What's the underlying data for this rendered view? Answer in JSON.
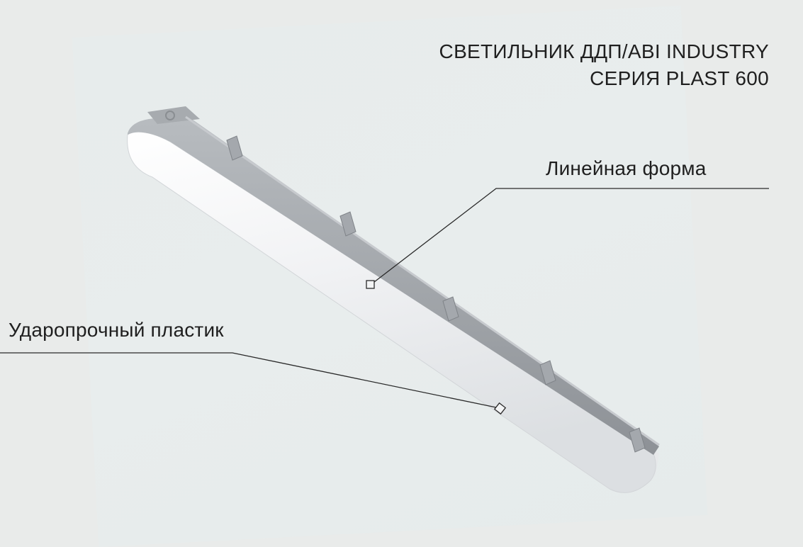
{
  "title": {
    "line1": "СВЕТИЛЬНИК ДДП/ABI INDUSTRY",
    "line2": "СЕРИЯ PLAST 600"
  },
  "callouts": [
    {
      "label": "Линейная форма",
      "target": "lamp-body-top"
    },
    {
      "label": "Ударопрочный пластик",
      "target": "lamp-diffuser"
    }
  ],
  "product": {
    "name": "light-fixture",
    "colors": {
      "background": "#e9ebea",
      "diffuser": "#f1f2f3",
      "housing": "#9a9ea3",
      "text": "#1f1f1f",
      "callout_line": "#2a2a2a"
    }
  }
}
